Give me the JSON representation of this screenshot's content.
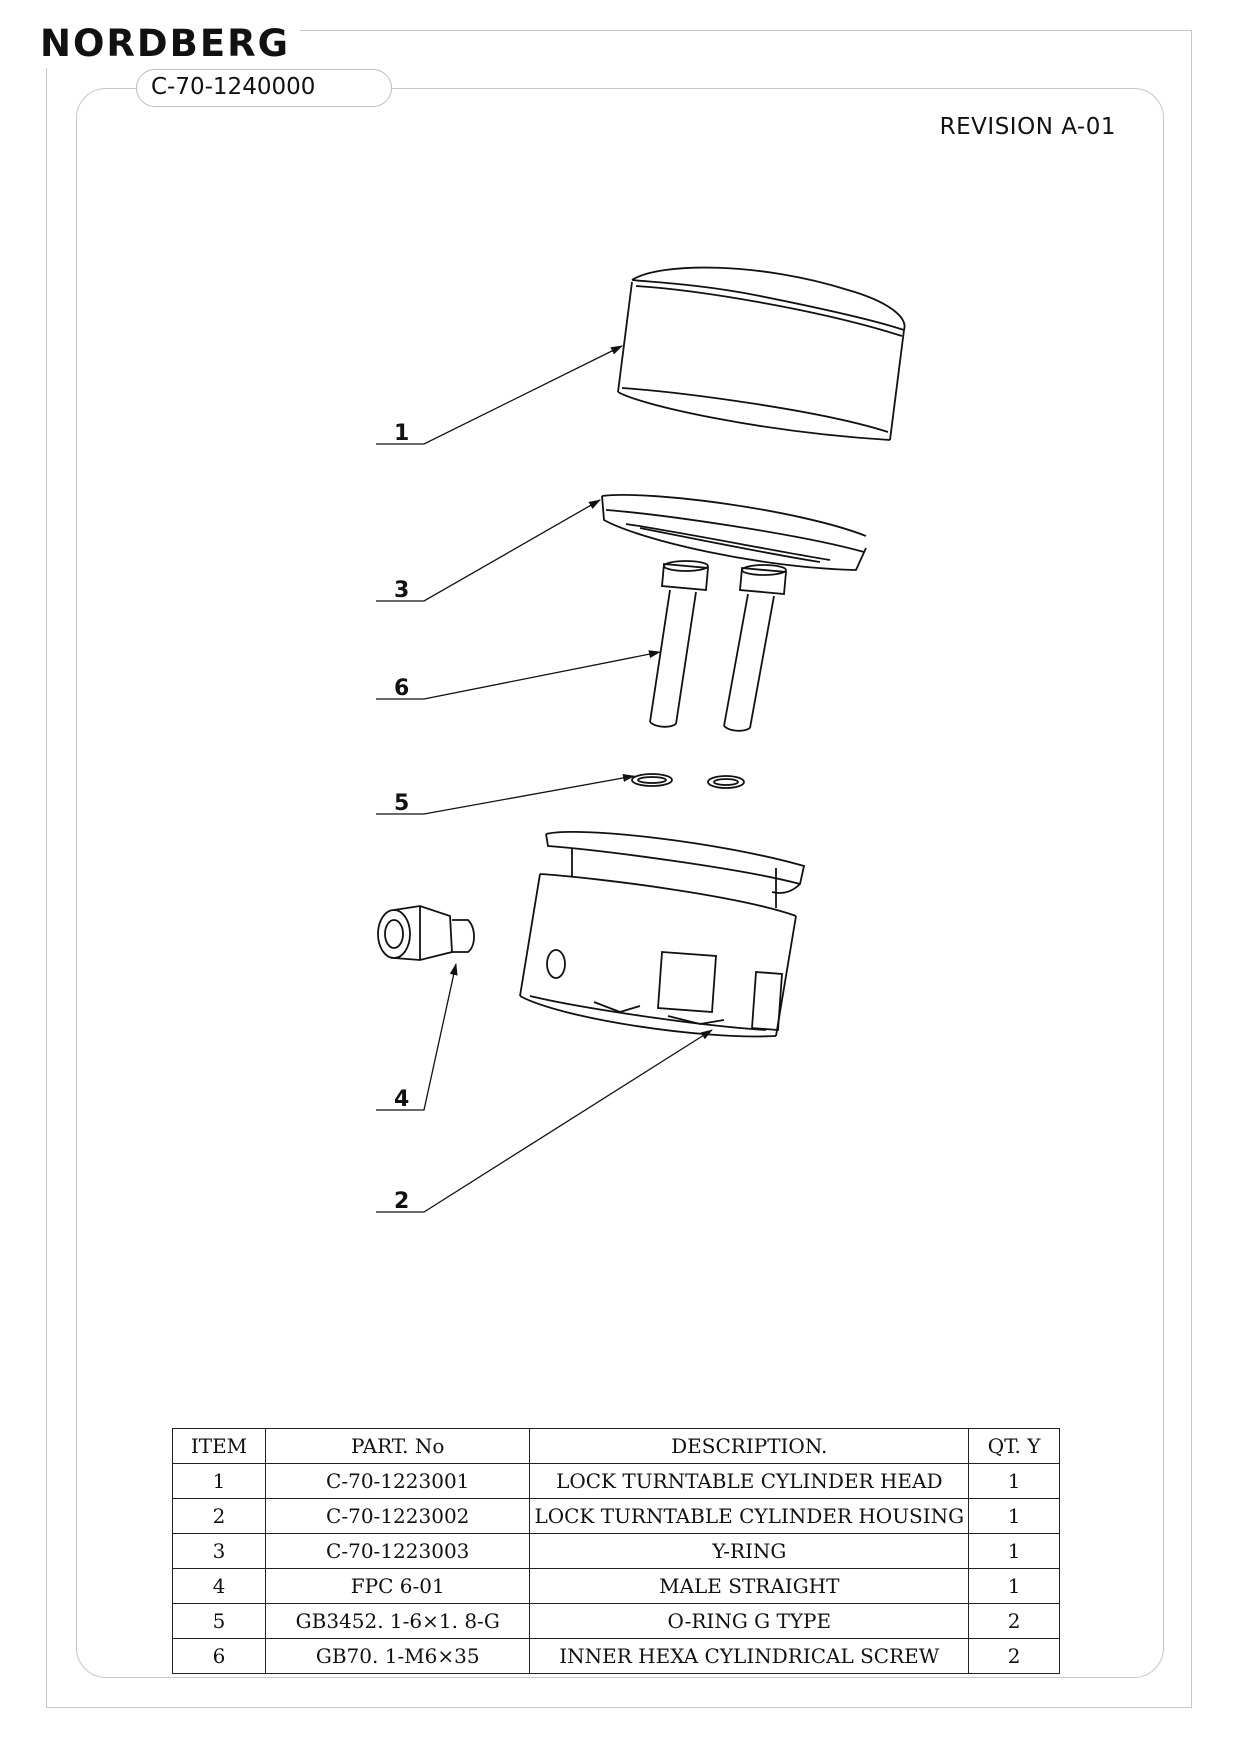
{
  "brand": "NORDBERG",
  "doc_number": "C-70-1240000",
  "revision": "REVISION A-01",
  "callouts": [
    "1",
    "3",
    "6",
    "5",
    "4",
    "2"
  ],
  "bom": {
    "headers": [
      "ITEM",
      "PART. No",
      "DESCRIPTION.",
      "QT. Y"
    ],
    "rows": [
      [
        "1",
        "C-70-1223001",
        "LOCK TURNTABLE CYLINDER HEAD",
        "1"
      ],
      [
        "2",
        "C-70-1223002",
        "LOCK TURNTABLE CYLINDER HOUSING",
        "1"
      ],
      [
        "3",
        "C-70-1223003",
        "Y-RING",
        "1"
      ],
      [
        "4",
        "FPC 6-01",
        "MALE STRAIGHT",
        "1"
      ],
      [
        "5",
        "GB3452. 1-6×1. 8-G",
        "O-RING   G TYPE",
        "2"
      ],
      [
        "6",
        "GB70. 1-M6×35",
        "INNER HEXA CYLINDRICAL SCREW",
        "2"
      ]
    ]
  }
}
